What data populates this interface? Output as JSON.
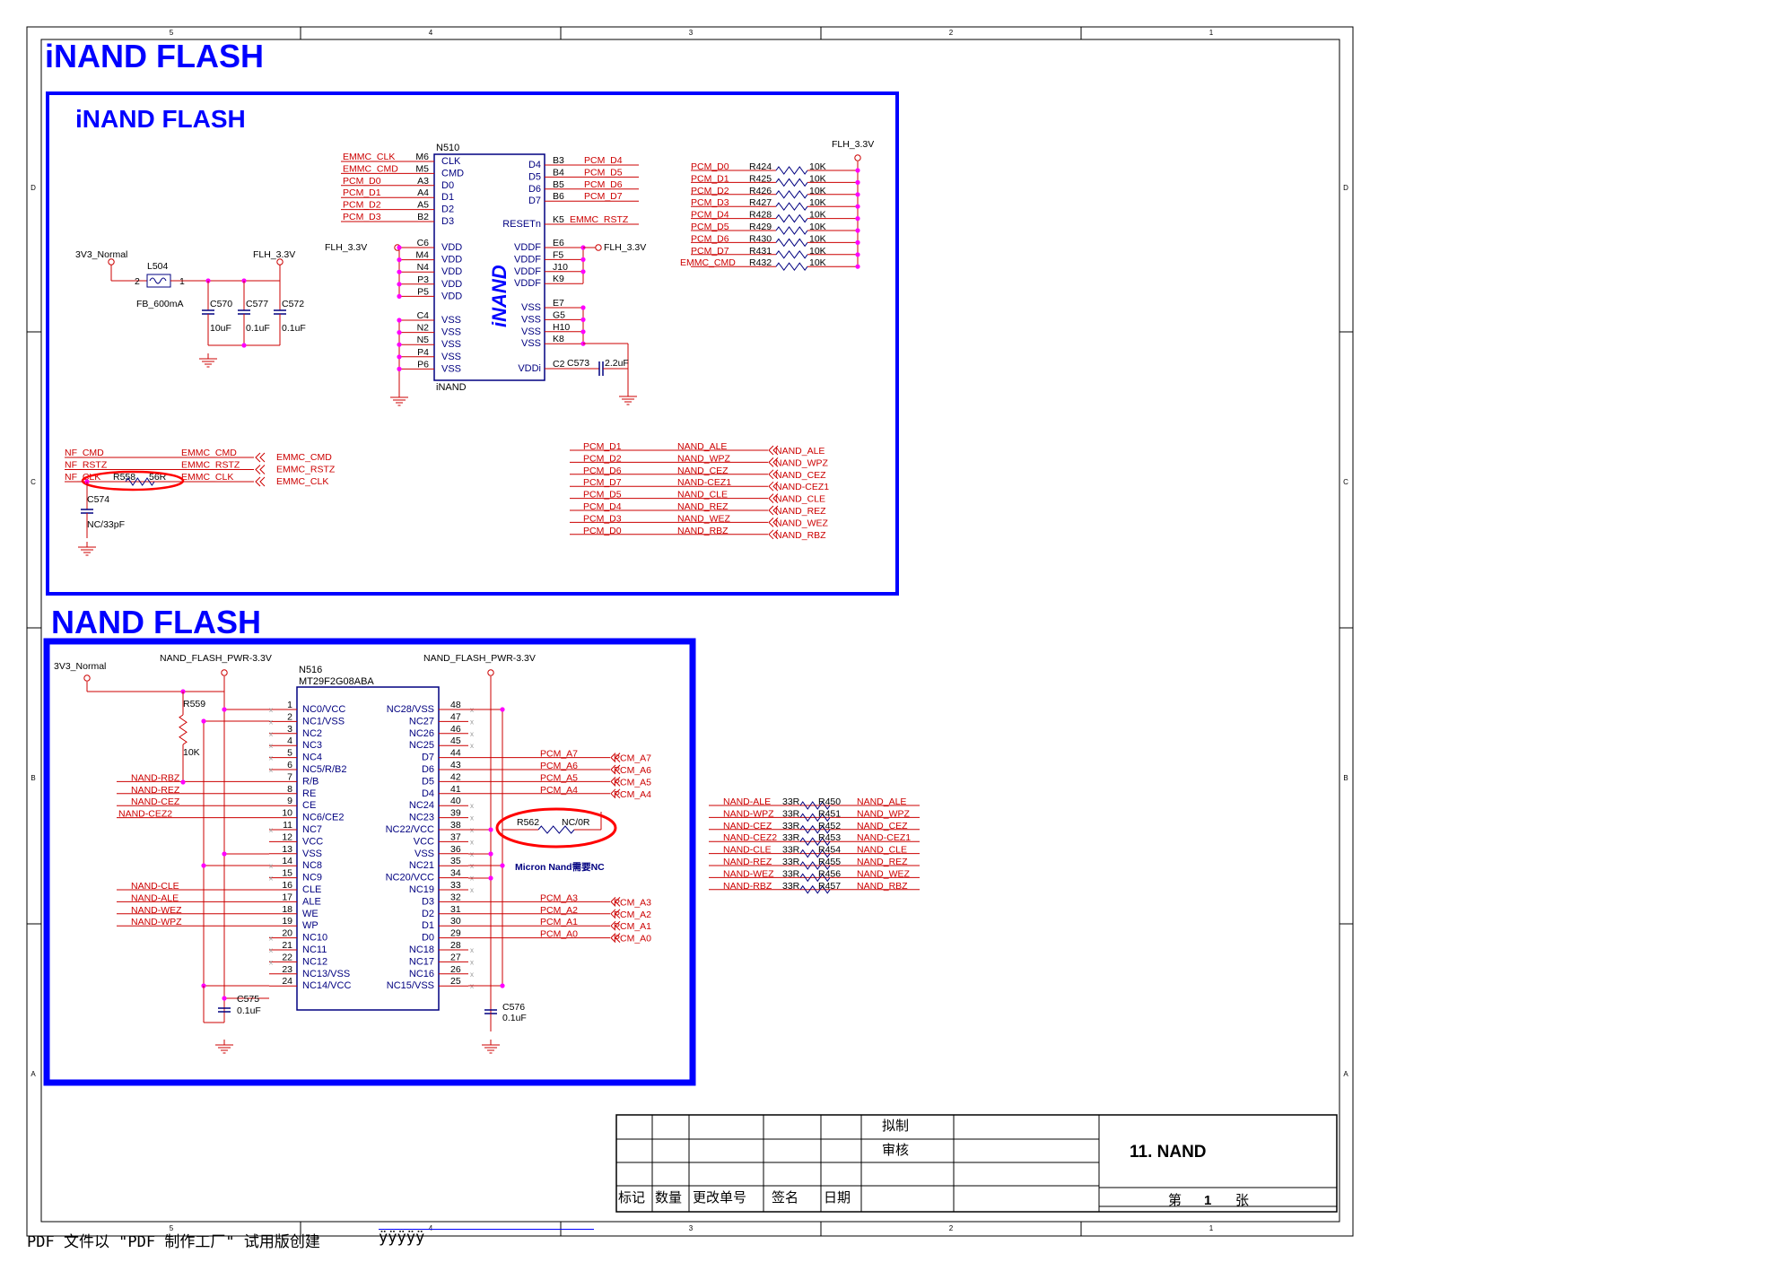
{
  "titles": {
    "top": "iNAND FLASH",
    "inand_box": "iNAND FLASH",
    "nand_box": "NAND FLASH"
  },
  "border": {
    "cols": [
      "5",
      "4",
      "3",
      "2",
      "1"
    ],
    "rows": [
      "D",
      "C",
      "B",
      "A"
    ]
  },
  "inand": {
    "ref": "N510",
    "part": "iNAND",
    "logo": "iNAND",
    "left_pins": [
      {
        "net": "EMMC_CLK",
        "ball": "M6",
        "name": "CLK"
      },
      {
        "net": "EMMC_CMD",
        "ball": "M5",
        "name": "CMD"
      },
      {
        "net": "PCM_D0",
        "ball": "A3",
        "name": "D0"
      },
      {
        "net": "PCM_D1",
        "ball": "A4",
        "name": "D1"
      },
      {
        "net": "PCM_D2",
        "ball": "A5",
        "name": "D2"
      },
      {
        "net": "PCM_D3",
        "ball": "B2",
        "name": "D3"
      }
    ],
    "right_pins": [
      {
        "name": "D4",
        "ball": "B3",
        "net": "PCM_D4"
      },
      {
        "name": "D5",
        "ball": "B4",
        "net": "PCM_D5"
      },
      {
        "name": "D6",
        "ball": "B5",
        "net": "PCM_D6"
      },
      {
        "name": "D7",
        "ball": "B6",
        "net": "PCM_D7"
      }
    ],
    "reset": {
      "name": "RESETn",
      "ball": "K5",
      "net": "EMMC_RSTZ"
    },
    "vdd_balls": [
      "C6",
      "M4",
      "N4",
      "P3",
      "P5"
    ],
    "vdd_name": "VDD",
    "vss_left_balls": [
      "C4",
      "N2",
      "N5",
      "P4",
      "P6"
    ],
    "vss_name": "VSS",
    "vddf_balls": [
      "E6",
      "F5",
      "J10",
      "K9"
    ],
    "vddf_name": "VDDF",
    "vss_right_balls": [
      "E7",
      "G5",
      "H10",
      "K8"
    ],
    "vddi": {
      "name": "VDDi",
      "ball": "C2"
    },
    "flh_left": "FLH_3.3V",
    "flh_right": "FLH_3.3V",
    "c573": {
      "ref": "C573",
      "value": "2.2uF"
    }
  },
  "power_filter": {
    "src": "3V3_Normal",
    "dst": "FLH_3.3V",
    "bead_ref": "L504",
    "bead_value": "FB_600mA",
    "pin2": "2",
    "pin1": "1",
    "caps": [
      {
        "ref": "C570",
        "value": "10uF"
      },
      {
        "ref": "C577",
        "value": "0.1uF"
      },
      {
        "ref": "C572",
        "value": "0.1uF"
      }
    ]
  },
  "pullups": {
    "rail": "FLH_3.3V",
    "rows": [
      {
        "net": "PCM_D0",
        "ref": "R424",
        "value": "10K"
      },
      {
        "net": "PCM_D1",
        "ref": "R425",
        "value": "10K"
      },
      {
        "net": "PCM_D2",
        "ref": "R426",
        "value": "10K"
      },
      {
        "net": "PCM_D3",
        "ref": "R427",
        "value": "10K"
      },
      {
        "net": "PCM_D4",
        "ref": "R428",
        "value": "10K"
      },
      {
        "net": "PCM_D5",
        "ref": "R429",
        "value": "10K"
      },
      {
        "net": "PCM_D6",
        "ref": "R430",
        "value": "10K"
      },
      {
        "net": "PCM_D7",
        "ref": "R431",
        "value": "10K"
      },
      {
        "net": "EMMC_CMD",
        "ref": "R432",
        "value": "10K"
      }
    ]
  },
  "emmc_map": {
    "rows": [
      {
        "left": "NF_CMD",
        "mid": "EMMC_CMD",
        "port": "EMMC_CMD"
      },
      {
        "left": "NF_RSTZ",
        "mid": "EMMC_RSTZ",
        "port": "EMMC_RSTZ"
      },
      {
        "left": "NF_CLK",
        "mid": "EMMC_CLK",
        "port": "EMMC_CLK"
      }
    ],
    "r558": {
      "ref": "R558",
      "value": "56R"
    },
    "c574": {
      "ref": "C574",
      "value": "NC/33pF"
    }
  },
  "pcm_map": {
    "rows": [
      {
        "left": "PCM_D1",
        "mid": "NAND_ALE",
        "port": "NAND_ALE"
      },
      {
        "left": "PCM_D2",
        "mid": "NAND_WPZ",
        "port": "NAND_WPZ"
      },
      {
        "left": "PCM_D6",
        "mid": "NAND_CEZ",
        "port": "NAND_CEZ"
      },
      {
        "left": "PCM_D7",
        "mid": "NAND-CEZ1",
        "port": "NAND-CEZ1"
      },
      {
        "left": "PCM_D5",
        "mid": "NAND_CLE",
        "port": "NAND_CLE"
      },
      {
        "left": "PCM_D4",
        "mid": "NAND_REZ",
        "port": "NAND_REZ"
      },
      {
        "left": "PCM_D3",
        "mid": "NAND_WEZ",
        "port": "NAND_WEZ"
      },
      {
        "left": "PCM_D0",
        "mid": "NAND_RBZ",
        "port": "NAND_RBZ"
      }
    ]
  },
  "nand": {
    "ref": "N516",
    "part": "MT29F2G08ABA",
    "src": "3V3_Normal",
    "pwr_left": "NAND_FLASH_PWR-3.3V",
    "pwr_right": "NAND_FLASH_PWR-3.3V",
    "r559": {
      "ref": "R559",
      "value": "10K"
    },
    "c575": {
      "ref": "C575",
      "value": "0.1uF"
    },
    "c576": {
      "ref": "C576",
      "value": "0.1uF"
    },
    "r562": {
      "ref": "R562",
      "value": "NC/0R"
    },
    "note": "Micron Nand需要NC",
    "left_pins": [
      {
        "num": "1",
        "name": "NC0/VCC",
        "net": ""
      },
      {
        "num": "2",
        "name": "NC1/VSS",
        "net": ""
      },
      {
        "num": "3",
        "name": "NC2",
        "net": ""
      },
      {
        "num": "4",
        "name": "NC3",
        "net": ""
      },
      {
        "num": "5",
        "name": "NC4",
        "net": ""
      },
      {
        "num": "6",
        "name": "NC5/R/B2",
        "net": ""
      },
      {
        "num": "7",
        "name": "R/B",
        "net": "NAND-RBZ"
      },
      {
        "num": "8",
        "name": "RE",
        "net": "NAND-REZ"
      },
      {
        "num": "9",
        "name": "CE",
        "net": "NAND-CEZ"
      },
      {
        "num": "10",
        "name": "NC6/CE2",
        "net": "NAND-CEZ2"
      },
      {
        "num": "11",
        "name": "NC7",
        "net": ""
      },
      {
        "num": "12",
        "name": "VCC",
        "net": ""
      },
      {
        "num": "13",
        "name": "VSS",
        "net": ""
      },
      {
        "num": "14",
        "name": "NC8",
        "net": ""
      },
      {
        "num": "15",
        "name": "NC9",
        "net": ""
      },
      {
        "num": "16",
        "name": "CLE",
        "net": "NAND-CLE"
      },
      {
        "num": "17",
        "name": "ALE",
        "net": "NAND-ALE"
      },
      {
        "num": "18",
        "name": "WE",
        "net": "NAND-WEZ"
      },
      {
        "num": "19",
        "name": "WP",
        "net": "NAND-WPZ"
      },
      {
        "num": "20",
        "name": "NC10",
        "net": ""
      },
      {
        "num": "21",
        "name": "NC11",
        "net": ""
      },
      {
        "num": "22",
        "name": "NC12",
        "net": ""
      },
      {
        "num": "23",
        "name": "NC13/VSS",
        "net": ""
      },
      {
        "num": "24",
        "name": "NC14/VCC",
        "net": ""
      }
    ],
    "right_pins": [
      {
        "num": "48",
        "name": "NC28/VSS",
        "net": ""
      },
      {
        "num": "47",
        "name": "NC27",
        "net": ""
      },
      {
        "num": "46",
        "name": "NC26",
        "net": ""
      },
      {
        "num": "45",
        "name": "NC25",
        "net": ""
      },
      {
        "num": "44",
        "name": "D7",
        "net": "PCM_A7"
      },
      {
        "num": "43",
        "name": "D6",
        "net": "PCM_A6"
      },
      {
        "num": "42",
        "name": "D5",
        "net": "PCM_A5"
      },
      {
        "num": "41",
        "name": "D4",
        "net": "PCM_A4"
      },
      {
        "num": "40",
        "name": "NC24",
        "net": ""
      },
      {
        "num": "39",
        "name": "NC23",
        "net": ""
      },
      {
        "num": "38",
        "name": "NC22/VCC",
        "net": ""
      },
      {
        "num": "37",
        "name": "VCC",
        "net": ""
      },
      {
        "num": "36",
        "name": "VSS",
        "net": ""
      },
      {
        "num": "35",
        "name": "NC21",
        "net": ""
      },
      {
        "num": "34",
        "name": "NC20/VCC",
        "net": ""
      },
      {
        "num": "33",
        "name": "NC19",
        "net": ""
      },
      {
        "num": "32",
        "name": "D3",
        "net": "PCM_A3"
      },
      {
        "num": "31",
        "name": "D2",
        "net": "PCM_A2"
      },
      {
        "num": "30",
        "name": "D1",
        "net": "PCM_A1"
      },
      {
        "num": "29",
        "name": "D0",
        "net": "PCM_A0"
      },
      {
        "num": "28",
        "name": "NC18",
        "net": ""
      },
      {
        "num": "27",
        "name": "NC17",
        "net": ""
      },
      {
        "num": "26",
        "name": "NC16",
        "net": ""
      },
      {
        "num": "25",
        "name": "NC15/VSS",
        "net": ""
      }
    ]
  },
  "series_res": {
    "rows": [
      {
        "left": "NAND-ALE",
        "value": "33R",
        "ref": "R450",
        "right": "NAND_ALE"
      },
      {
        "left": "NAND-WPZ",
        "value": "33R",
        "ref": "R451",
        "right": "NAND_WPZ"
      },
      {
        "left": "NAND-CEZ",
        "value": "33R",
        "ref": "R452",
        "right": "NAND_CEZ"
      },
      {
        "left": "NAND-CEZ2",
        "value": "33R",
        "ref": "R453",
        "right": "NAND-CEZ1"
      },
      {
        "left": "NAND-CLE",
        "value": "33R",
        "ref": "R454",
        "right": "NAND_CLE"
      },
      {
        "left": "NAND-REZ",
        "value": "33R",
        "ref": "R455",
        "right": "NAND_REZ"
      },
      {
        "left": "NAND-WEZ",
        "value": "33R",
        "ref": "R456",
        "right": "NAND_WEZ"
      },
      {
        "left": "NAND-RBZ",
        "value": "33R",
        "ref": "R457",
        "right": "NAND_RBZ"
      }
    ]
  },
  "title_block": {
    "draft": "拟制",
    "review": "审核",
    "sheet_title": "11. NAND",
    "col_mark": "标记",
    "col_qty": "数量",
    "col_change": "更改单号",
    "col_sign": "签名",
    "col_date": "日期",
    "page_pre": "第",
    "page_num": "1",
    "page_post": "张"
  },
  "footer": {
    "text": "PDF 文件以 \"PDF 制作工厂\" 试用版创建",
    "link": "ÿÿÿÿÿ"
  },
  "colors": {
    "wire": "#cc0000",
    "pin": "#000080",
    "frame": "#0000ff",
    "dot": "#ff00ff",
    "highlight": "#ff0000"
  }
}
